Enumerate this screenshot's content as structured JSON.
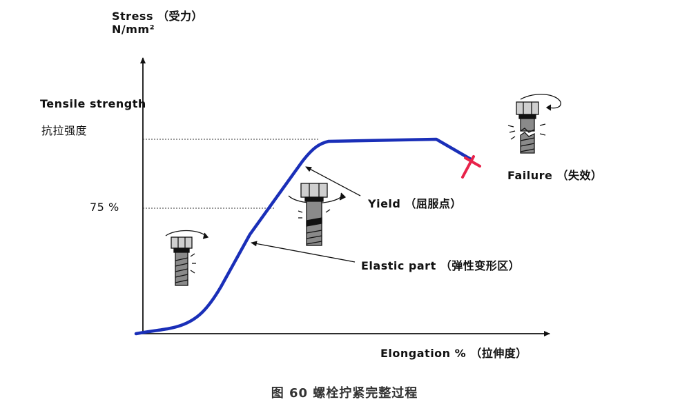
{
  "y_axis": {
    "title": "Stress （受力）",
    "unit": "N/mm²"
  },
  "x_axis": {
    "title": "Elongation % （拉伸度）"
  },
  "levels": {
    "tensile_en": "Tensile strength",
    "tensile_cn": "抗拉强度",
    "pct": "75 %"
  },
  "annotations": {
    "yield": "Yield （屈服点）",
    "elastic": "Elastic part （弹性变形区）",
    "failure": "Failure （失效）"
  },
  "caption": "图 60    螺栓拧紧完整过程",
  "colors": {
    "curve": "#1a2fb8",
    "failure_mark": "#e8234a",
    "axis": "#111111"
  },
  "icons": [
    "bolt-tightening-icon",
    "bolt-yield-icon",
    "bolt-failure-icon"
  ]
}
